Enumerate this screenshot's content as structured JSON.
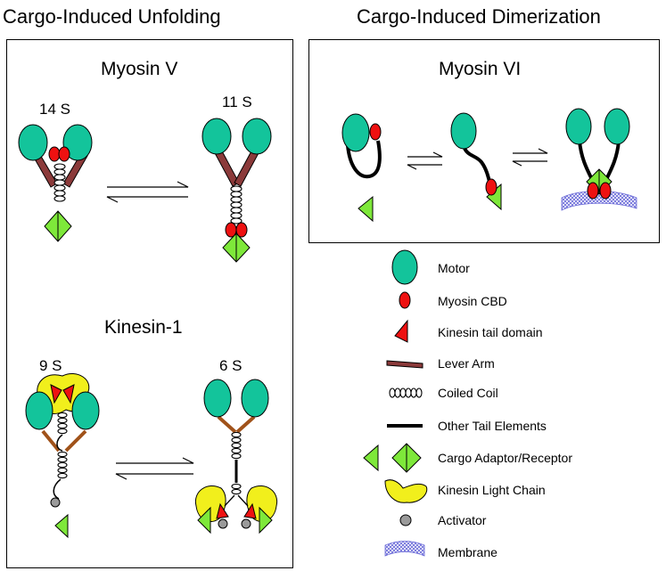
{
  "headings": {
    "left": "Cargo-Induced Unfolding",
    "right": "Cargo-Induced Dimerization"
  },
  "panels": {
    "myosin_v": {
      "title": "Myosin V",
      "state_a": "14 S",
      "state_b": "11 S"
    },
    "kinesin_1": {
      "title": "Kinesin-1",
      "state_a": "9 S",
      "state_b": "6 S"
    },
    "myosin_vi": {
      "title": "Myosin VI"
    }
  },
  "legend": [
    {
      "label": "Motor",
      "icon": "motor-icon"
    },
    {
      "label": "Myosin CBD",
      "icon": "myosin-cbd-icon"
    },
    {
      "label": "Kinesin  tail domain",
      "icon": "kinesin-tail-icon"
    },
    {
      "label": "Lever Arm",
      "icon": "lever-arm-icon"
    },
    {
      "label": "Coiled Coil",
      "icon": "coiled-coil-icon"
    },
    {
      "label": "Other Tail Elements",
      "icon": "tail-element-icon"
    },
    {
      "label": "Cargo Adaptor/Receptor",
      "icon": "cargo-adaptor-icon"
    },
    {
      "label": "Kinesin Light Chain",
      "icon": "light-chain-icon"
    },
    {
      "label": "Activator",
      "icon": "activator-icon"
    },
    {
      "label": "Membrane",
      "icon": "membrane-icon"
    }
  ],
  "colors": {
    "motor": "#13c49b",
    "cbd": "#ee1111",
    "lever": "#8b3a3a",
    "cargo": "#7ee83a",
    "light_chain": "#f1ef1c",
    "activator": "#9a9a9a",
    "membrane": "#8c8ce6"
  }
}
